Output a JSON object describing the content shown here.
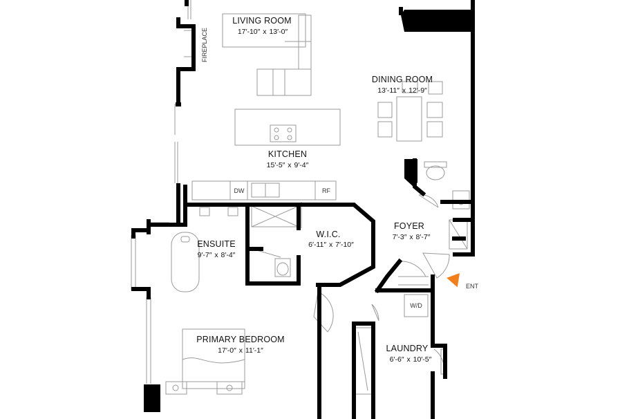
{
  "rooms": {
    "living": {
      "name": "LIVING ROOM",
      "dims": "17′-10″  x  13′-0″"
    },
    "dining": {
      "name": "DINING ROOM",
      "dims": "13′-11″  x  12′-9″"
    },
    "kitchen": {
      "name": "KITCHEN",
      "dims": "15′-5″  x  9′-4″"
    },
    "ensuite": {
      "name": "ENSUITE",
      "dims": "9′-7″  x  8′-4″"
    },
    "wic": {
      "name": "W.I.C.",
      "dims": "6′-11″  x  7′-10″"
    },
    "foyer": {
      "name": "FOYER",
      "dims": "7′-3″  x  8′-7″"
    },
    "primary": {
      "name": "PRIMARY BEDROOM",
      "dims": "17′-0″  x  11′-1″"
    },
    "laundry": {
      "name": "LAUNDRY",
      "dims": "6′-6″  x  10′-5″"
    }
  },
  "fixtures": {
    "fireplace": "FIREPLACE",
    "dishwasher": "DW",
    "fridge": "RF",
    "washer_dryer": "W/D"
  },
  "entry_label": "ENT",
  "colors": {
    "wall": "#000000",
    "fixture": "#9a9a9a",
    "entry_marker": "#f07f1c"
  }
}
